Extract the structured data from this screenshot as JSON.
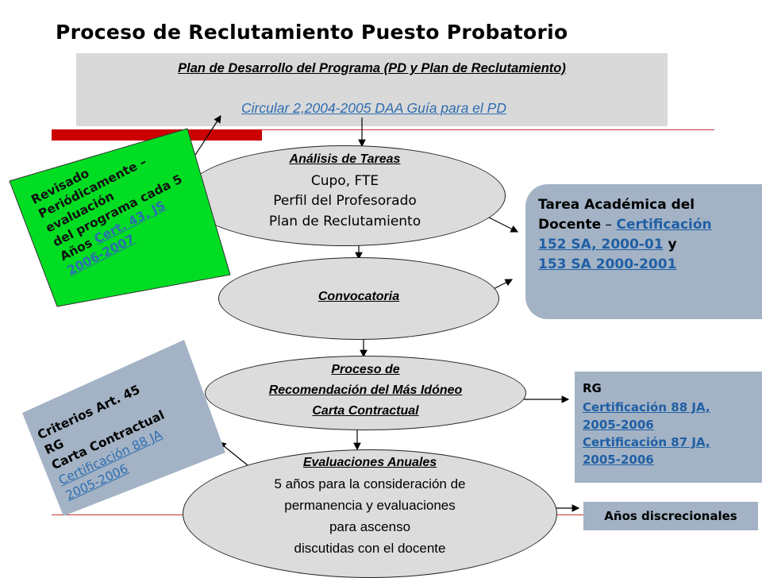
{
  "slide_title": "Proceso de Reclutamiento Puesto Probatorio",
  "plan_box": {
    "title": "Plan de Desarrollo del Programa (PD y Plan de Reclutamiento)",
    "link": "Circular 2,2004-2005 DAA Guía para el PD "
  },
  "analysis": {
    "heading": "Análisis de Tareas",
    "lines": [
      "Cupo, FTE",
      "Perfil del Profesorado",
      "Plan de Reclutamiento"
    ]
  },
  "convocatoria": "Convocatoria ",
  "recommendation": {
    "line1": "Proceso de ",
    "line2": "Recomendación del Más Idóneo",
    "line3": "Carta Contractual"
  },
  "evaluations": {
    "heading": "Evaluaciones Anuales",
    "lines": [
      "5 años para la consideración de",
      "permanencia y evaluaciones",
      "para ascenso",
      "discutidas con el docente"
    ]
  },
  "green_note": {
    "lines": [
      "Revisado",
      "Periódicamente –",
      "evaluación",
      "del programa cada 5"
    ],
    "prefix": "Años ",
    "link1": "Cert. 43, JS ",
    "link2": "2006-2007"
  },
  "academic_task": {
    "line1": "Tarea  Académica del",
    "line2_prefix": "Docente",
    "line2_dash": " – ",
    "link_a": "Certificación",
    "link_b": "152 SA, 2000-01",
    "connector": " y",
    "link_c": "153 SA 2000-2001"
  },
  "criteria_note": {
    "line1": "Criterios Art. 45",
    "line2": "RG",
    "line3": "Carta Contractual",
    "link1": "Certificación 88 JA",
    "link2": "2005-2006"
  },
  "rg_box": {
    "label": "RG",
    "links": [
      "Certificación 88 JA,",
      "2005-2006",
      "Certificación 87 JA,",
      "2005-2006"
    ]
  },
  "discretionary": "Años discrecionales",
  "colors": {
    "green": "#00dd22",
    "slate": "#a3b3c5",
    "gray": "#d9d9d9",
    "red": "#cc0000",
    "link": "#2e6db0"
  }
}
